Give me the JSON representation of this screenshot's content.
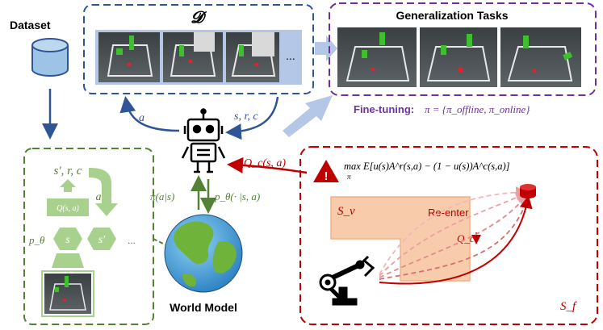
{
  "colors": {
    "blue": "#2f5597",
    "purple": "#7030a0",
    "green": "#548235",
    "green_light": "#a9d18e",
    "red": "#c00000",
    "orange": "#f4b183",
    "arrow_light": "#b4c7e7"
  },
  "dataset": {
    "title": "Dataset",
    "dataset_symbol": "𝓓",
    "ellipsis": "..."
  },
  "generalization": {
    "title": "Generalization Tasks",
    "finetune_label": "Fine-tuning:",
    "finetune_formula": "π = {π_offline, π_online}"
  },
  "agent": {
    "left_arrow_label": "a",
    "right_arrow_label": "s, r, c",
    "policy_label": "π(a|s)",
    "model_label": "p_θ(· |s, a)",
    "cost_label": "Q_c(s, a)"
  },
  "world_model": {
    "title": "World Model",
    "top_label": "s′, r, c",
    "action_label": "a",
    "q_label": "Q(s, a)",
    "s_label": "s",
    "s_prime_label": "s′",
    "p_theta_label": "p_θ",
    "ellipsis": "..."
  },
  "safety": {
    "objective": "max E[u(s)A^r(s,a) − (1 − u(s))A^c(s,a)]",
    "max_sub": "π",
    "region_label": "S_v",
    "reenter_label": "Re-enter",
    "qc_label": "Q_c",
    "feasible_label": "S_f"
  }
}
